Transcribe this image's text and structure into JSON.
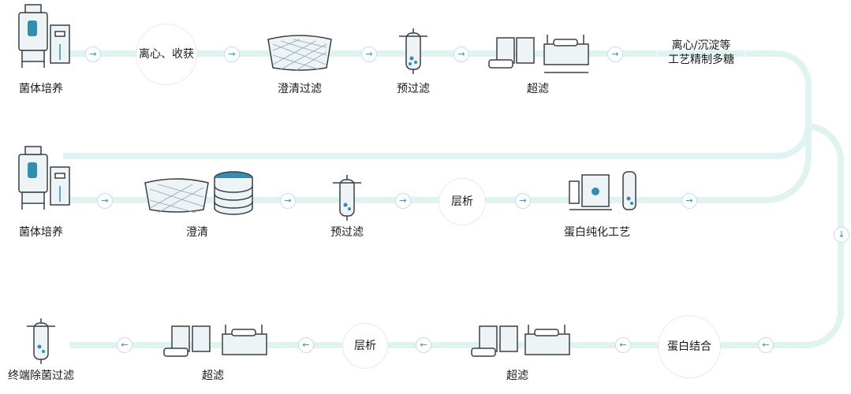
{
  "colors": {
    "track": "#dff3f1",
    "accent": "#2e8fb3",
    "outline": "#3a3f46"
  },
  "row1": {
    "labels": {
      "culture": "菌体培养",
      "clarify": "澄清过滤",
      "prefilter": "预过滤",
      "uf": "超滤"
    },
    "nodes": {
      "centrifuge": "离心、收获",
      "sugar": "离心/沉淀等\n工艺精制多糖"
    }
  },
  "row2": {
    "labels": {
      "culture": "菌体培养",
      "clarify": "澄清",
      "prefilter": "预过滤",
      "purify": "蛋白纯化工艺"
    },
    "nodes": {
      "chroma": "层析"
    }
  },
  "row3": {
    "labels": {
      "final": "终端除菌过滤",
      "uf1": "超滤",
      "uf2": "超滤"
    },
    "nodes": {
      "chroma": "层析",
      "bind": "蛋白结合"
    }
  },
  "arrows": {
    "right": "→",
    "left": "←",
    "down": "↓"
  }
}
